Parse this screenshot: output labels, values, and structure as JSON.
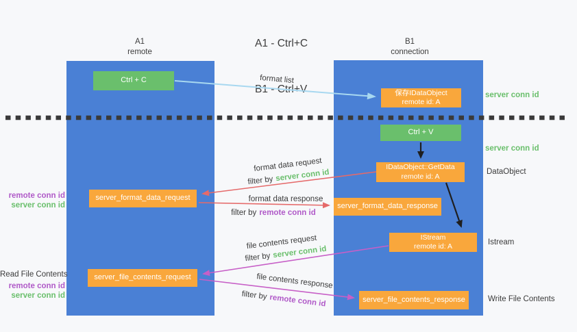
{
  "title": {
    "line1": "A1 - Ctrl+C",
    "line2": "B1 - Ctrl+V"
  },
  "lanes": {
    "a": {
      "title": "A1",
      "subtitle": "remote"
    },
    "b": {
      "title": "B1",
      "subtitle": "connection"
    }
  },
  "boxes": {
    "ctrl_c": {
      "label": "Ctrl + C"
    },
    "ctrl_v": {
      "label": "Ctrl + V"
    },
    "save_dataobject": {
      "line1": "保存IDataObject",
      "line2": "remote id: A"
    },
    "getdata": {
      "line1": "IDataObject::GetData",
      "line2": "remote id: A"
    },
    "istream": {
      "line1": "IStream",
      "line2": "remote id: A"
    },
    "format_request": {
      "label": "server_format_data_request"
    },
    "format_response": {
      "label": "server_format_data_response"
    },
    "file_request": {
      "label": "server_file_contents_request"
    },
    "file_response": {
      "label": "server_file_contents_response"
    }
  },
  "annotations": {
    "right": {
      "server_conn_id_top": "server conn id",
      "server_conn_id_mid": "server conn id",
      "dataobject": "DataObject",
      "istream": "Istream",
      "write_file_contents": "Write File Contents"
    },
    "left": {
      "remote_conn_id_upper": "remote conn id",
      "server_conn_id_upper": "server conn id",
      "read_file_contents": "Read File Contents",
      "remote_conn_id_lower": "remote conn id",
      "server_conn_id_lower": "server conn id"
    }
  },
  "flows": {
    "format_list": "format list",
    "format_data_request": "format data request",
    "format_data_request_filter": {
      "prefix": "filter by",
      "id": "server conn id"
    },
    "format_data_response": "format data response",
    "format_data_response_filter": {
      "prefix": "filter by",
      "id": "remote conn id"
    },
    "file_contents_request": "file contents request",
    "file_contents_request_filter": {
      "prefix": "filter by",
      "id": "server conn id"
    },
    "file_contents_response": "file contents response",
    "file_contents_response_filter": {
      "prefix": "filter by",
      "id": "remote conn id"
    }
  },
  "colors": {
    "lane_blue": "#4a80d5",
    "box_green": "#6abf6c",
    "box_orange": "#f9a73c",
    "arrow_red": "#e56a6a",
    "arrow_magenta": "#c75fc7",
    "arrow_light_blue": "#a8d8f0",
    "arrow_black": "#1f1f1f",
    "divider_dark": "#3a3a3a",
    "text_green": "#6abf6c",
    "text_purple": "#b05ac8",
    "text_dark": "#3a3a3a",
    "background": "#f7f8fa"
  }
}
